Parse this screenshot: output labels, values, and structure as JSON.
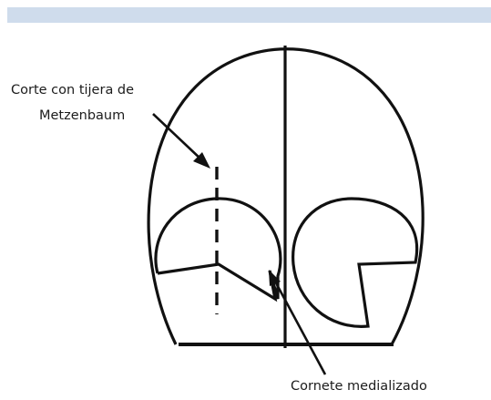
{
  "labels": {
    "cut_line1": "Corte con tijera de",
    "cut_line2": "Metzenbaum",
    "turbinate": "Cornete medializado"
  },
  "colors": {
    "header_bar": "#cfdcec",
    "ink": "#111111"
  }
}
